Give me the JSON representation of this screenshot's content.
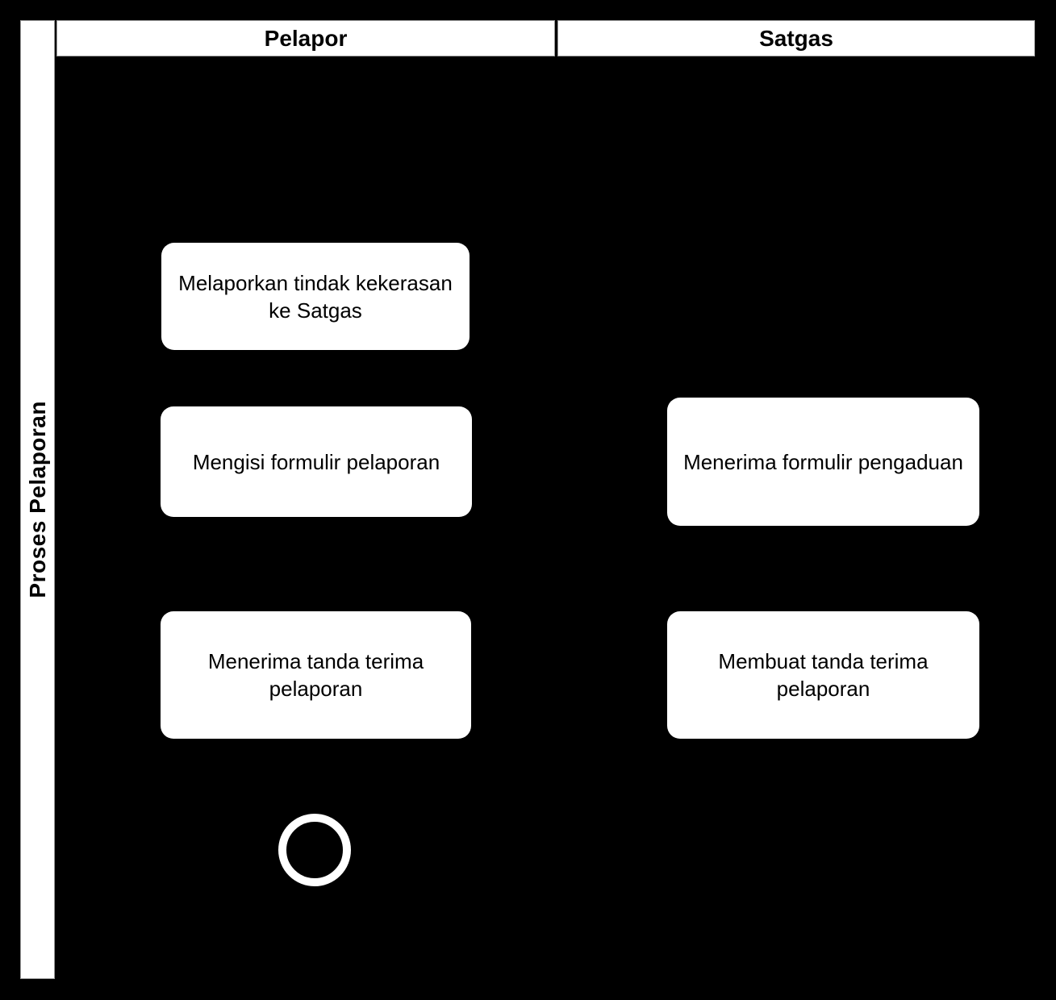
{
  "pool": {
    "label": "Proses Pelaporan"
  },
  "lanes": {
    "pelapor": {
      "label": "Pelapor"
    },
    "satgas": {
      "label": "Satgas"
    }
  },
  "tasks": {
    "melaporkan": {
      "lane": "Pelapor",
      "label": "Melaporkan tindak kekerasan ke Satgas"
    },
    "mengisi": {
      "lane": "Pelapor",
      "label": "Mengisi formulir pelaporan"
    },
    "menerima_formulir": {
      "lane": "Satgas",
      "label": "Menerima formulir pengaduan"
    },
    "menerima_tanda": {
      "lane": "Pelapor",
      "label": "Menerima tanda terima pelaporan"
    },
    "membuat_tanda": {
      "lane": "Satgas",
      "label": "Membuat tanda terima pelaporan"
    }
  },
  "end_event": {
    "shape": "circle",
    "lane": "Pelapor"
  },
  "colors": {
    "background": "#000000",
    "node_fill": "#ffffff",
    "node_text": "#000000",
    "lane_border": "#999999"
  }
}
